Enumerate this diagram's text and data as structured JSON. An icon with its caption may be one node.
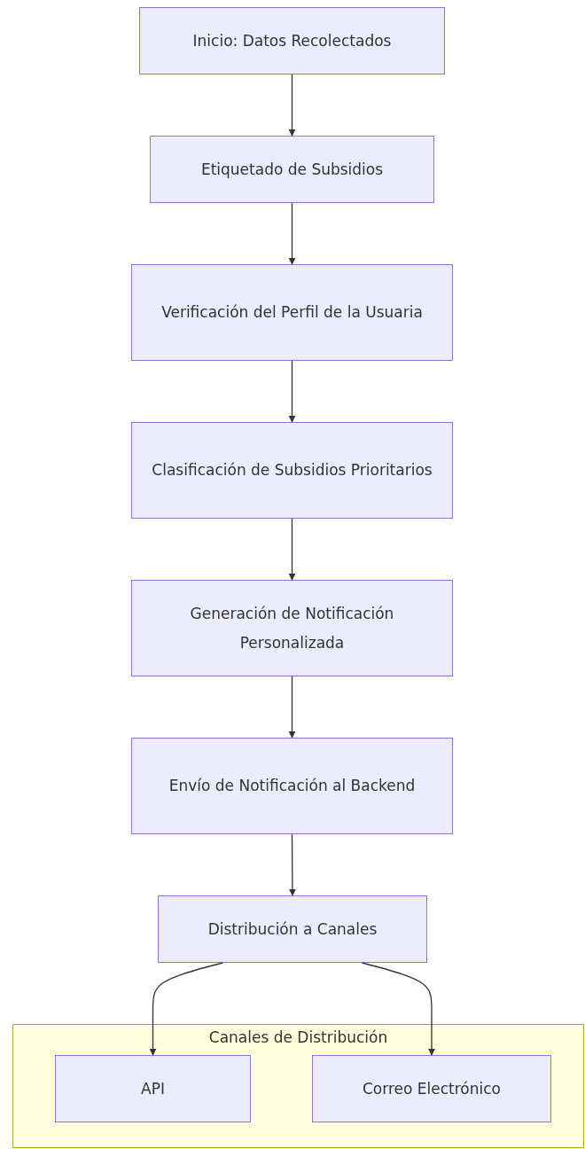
{
  "diagram": {
    "nodes": [
      {
        "text": [
          "Inicio: Datos Recolectados"
        ]
      },
      {
        "text": [
          "Etiquetado de Subsidios"
        ]
      },
      {
        "text": [
          "Verificación del Perfil de la Usuaria"
        ]
      },
      {
        "text": [
          "Clasificación de Subsidios Prioritarios"
        ]
      },
      {
        "text": [
          "Generación de Notificación Personalizada"
        ]
      },
      {
        "text": [
          "Envío de Notificación al Backend"
        ]
      },
      {
        "text": [
          "Distribución a Canales"
        ]
      },
      {
        "text": [
          "Canales de Distribución"
        ]
      },
      {
        "text": [
          "API"
        ],
        "in": 7
      },
      {
        "text": [
          "Correo Electrónico"
        ],
        "in": 7
      }
    ],
    "edges": [
      {
        "from": 0,
        "to": 1,
        "arrow": "to"
      },
      {
        "from": 1,
        "to": 2,
        "arrow": "to"
      },
      {
        "from": 2,
        "to": 3,
        "arrow": "to"
      },
      {
        "from": 3,
        "to": 4,
        "arrow": "to"
      },
      {
        "from": 4,
        "to": 5,
        "arrow": "to"
      },
      {
        "from": 5,
        "to": 6,
        "arrow": "to"
      },
      {
        "from": 6,
        "to": 8,
        "arrow": "to"
      },
      {
        "from": 6,
        "to": 9,
        "arrow": "to"
      }
    ]
  }
}
